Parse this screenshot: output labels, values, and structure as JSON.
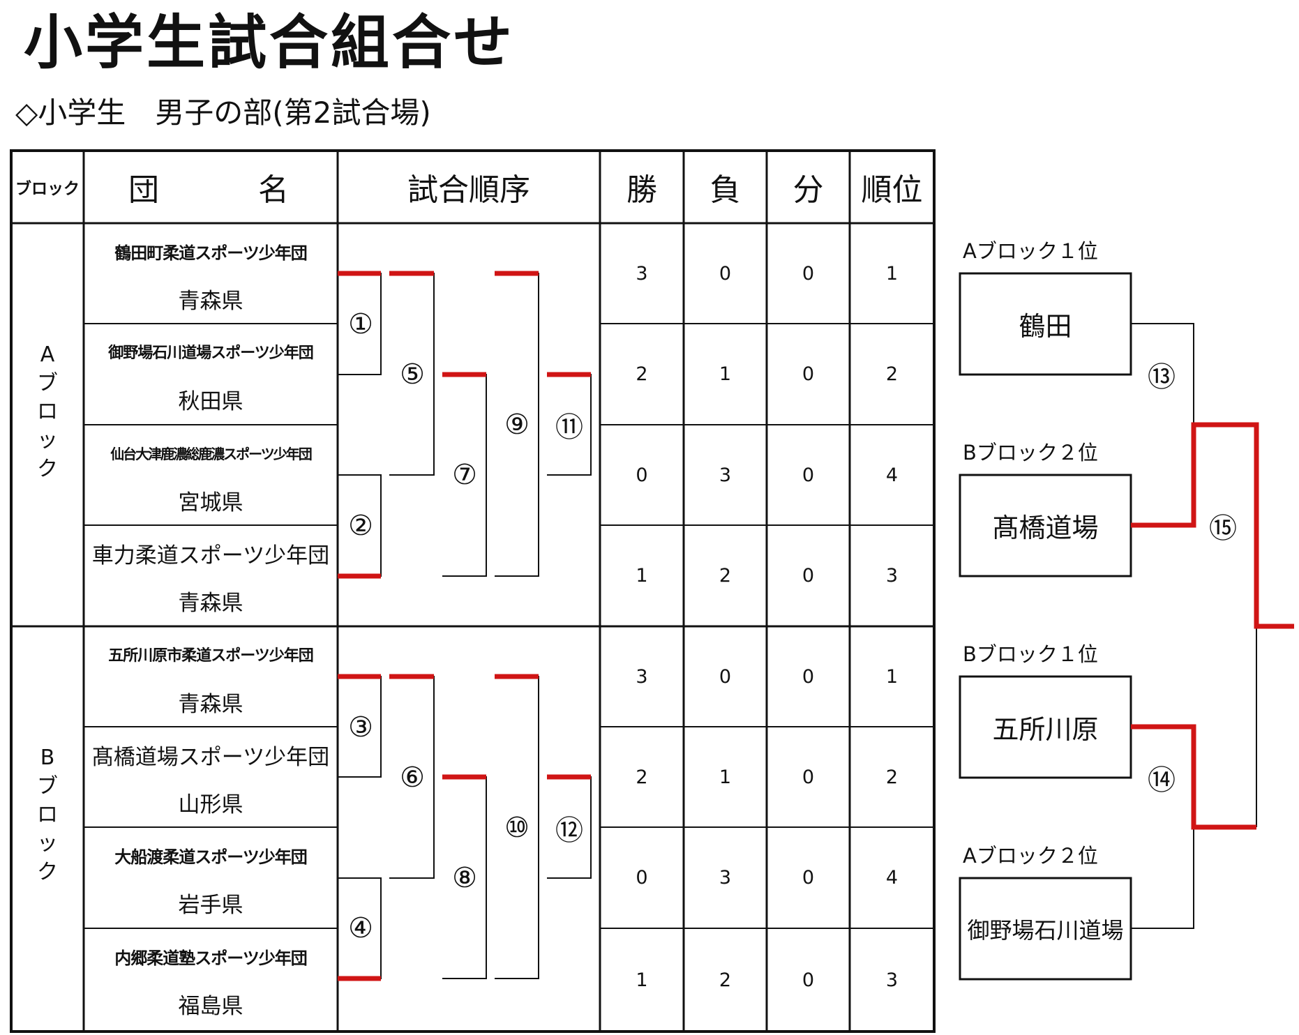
{
  "page": {
    "title": "小学生試合組合せ",
    "subtitle": "◇小学生　男子の部(第2試合場)"
  },
  "table": {
    "headers": {
      "block": "ブロック",
      "team_left": "団",
      "team_right": "名",
      "order": "試合順序",
      "win": "勝",
      "loss": "負",
      "draw": "分",
      "rank": "順位"
    },
    "blocks": [
      {
        "label": "Aブロック",
        "rows": [
          {
            "team": "鶴田町柔道スポーツ少年団",
            "pref": "青森県",
            "win": "3",
            "loss": "0",
            "draw": "0",
            "rank": "1"
          },
          {
            "team": "御野場石川道場スポーツ少年団",
            "pref": "秋田県",
            "win": "2",
            "loss": "1",
            "draw": "0",
            "rank": "2"
          },
          {
            "team": "仙台大津鹿濃総鹿濃スポーツ少年団",
            "pref": "宮城県",
            "win": "0",
            "loss": "3",
            "draw": "0",
            "rank": "4"
          },
          {
            "team": "車力柔道スポーツ少年団",
            "pref": "青森県",
            "win": "1",
            "loss": "2",
            "draw": "0",
            "rank": "3"
          }
        ]
      },
      {
        "label": "Bブロック",
        "rows": [
          {
            "team": "五所川原市柔道スポーツ少年団",
            "pref": "青森県",
            "win": "3",
            "loss": "0",
            "draw": "0",
            "rank": "1"
          },
          {
            "team": "髙橋道場スポーツ少年団",
            "pref": "山形県",
            "win": "2",
            "loss": "1",
            "draw": "0",
            "rank": "2"
          },
          {
            "team": "大船渡柔道スポーツ少年団",
            "pref": "岩手県",
            "win": "0",
            "loss": "3",
            "draw": "0",
            "rank": "4"
          },
          {
            "team": "内郷柔道塾スポーツ少年団",
            "pref": "福島県",
            "win": "1",
            "loss": "2",
            "draw": "0",
            "rank": "3"
          }
        ]
      }
    ],
    "match_numbers": [
      "①",
      "②",
      "③",
      "④",
      "⑤",
      "⑥",
      "⑦",
      "⑧",
      "⑨",
      "⑩",
      "⑪",
      "⑫",
      "⑬",
      "⑭",
      "⑮"
    ]
  },
  "final": {
    "seeds": [
      {
        "label": "Aブロック１位",
        "team": "鶴田"
      },
      {
        "label": "Bブロック２位",
        "team": "髙橋道場"
      },
      {
        "label": "Bブロック１位",
        "team": "五所川原"
      },
      {
        "label": "Aブロック２位",
        "team": "御野場石川道場"
      }
    ]
  },
  "colors": {
    "advance_line": "#d01515",
    "grid_line": "#111111"
  }
}
